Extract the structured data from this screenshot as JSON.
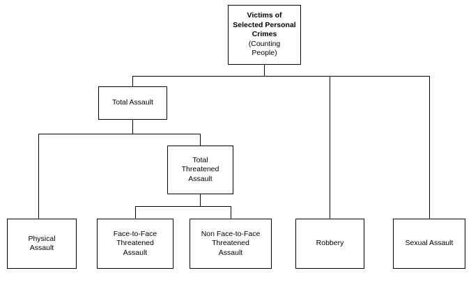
{
  "diagram": {
    "type": "tree",
    "title": "Victims of Selected Personal Crimes hierarchy",
    "nodes": [
      {
        "id": "root",
        "lines": [
          "Victims of",
          "Selected Personal",
          "Crimes",
          "(Counting",
          "People)"
        ],
        "bold_lines": [
          true,
          true,
          true,
          false,
          false
        ]
      },
      {
        "id": "total-assault",
        "lines": [
          "Total Assault"
        ],
        "bold_lines": [
          false
        ]
      },
      {
        "id": "total-threatened-assault",
        "lines": [
          "Total",
          "Threatened",
          "Assault"
        ],
        "bold_lines": [
          false,
          false,
          false
        ]
      },
      {
        "id": "physical-assault",
        "lines": [
          "Physical",
          "Assault"
        ],
        "bold_lines": [
          false,
          false
        ]
      },
      {
        "id": "face-to-face-threatened-assault",
        "lines": [
          "Face-to-Face",
          "Threatened",
          "Assault"
        ],
        "bold_lines": [
          false,
          false,
          false
        ]
      },
      {
        "id": "non-face-to-face-threatened-assault",
        "lines": [
          "Non Face-to-Face",
          "Threatened",
          "Assault"
        ],
        "bold_lines": [
          false,
          false,
          false
        ]
      },
      {
        "id": "robbery",
        "lines": [
          "Robbery"
        ],
        "bold_lines": [
          false
        ]
      },
      {
        "id": "sexual-assault",
        "lines": [
          "Sexual Assault"
        ],
        "bold_lines": [
          false
        ]
      }
    ],
    "colors": {
      "line": "#000000",
      "box_fill": "#ffffff",
      "text": "#000000"
    }
  }
}
